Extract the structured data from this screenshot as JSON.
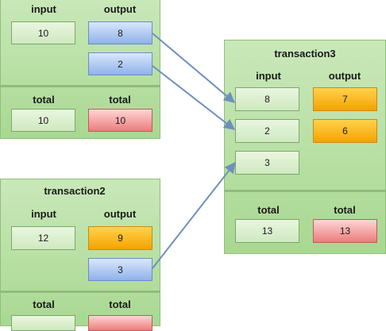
{
  "transaction1": {
    "input_header": "input",
    "output_header": "output",
    "inputs": [
      "10"
    ],
    "outputs": [
      "8",
      "2"
    ],
    "total_input_header": "total",
    "total_output_header": "total",
    "total_input": "10",
    "total_output": "10"
  },
  "transaction2": {
    "title": "transaction2",
    "input_header": "input",
    "output_header": "output",
    "inputs": [
      "12"
    ],
    "outputs": [
      "9",
      "3"
    ],
    "total_input_header": "total",
    "total_output_header": "total"
  },
  "transaction3": {
    "title": "transaction3",
    "input_header": "input",
    "output_header": "output",
    "inputs": [
      "8",
      "2",
      "3"
    ],
    "outputs": [
      "7",
      "6"
    ],
    "total_input_header": "total",
    "total_output_header": "total",
    "total_input": "13",
    "total_output": "13"
  },
  "colors": {
    "panel": "#b5dda0",
    "input_box": "#d8eecb",
    "spent_output": "#8fb2ea",
    "unspent_output": "#f5a300",
    "total_output": "#ec7c7c",
    "arrow": "#6f8fbe"
  },
  "arrows": [
    {
      "from": "transaction1.outputs.0",
      "to": "transaction3.inputs.0"
    },
    {
      "from": "transaction1.outputs.1",
      "to": "transaction3.inputs.1"
    },
    {
      "from": "transaction2.outputs.1",
      "to": "transaction3.inputs.2"
    }
  ]
}
